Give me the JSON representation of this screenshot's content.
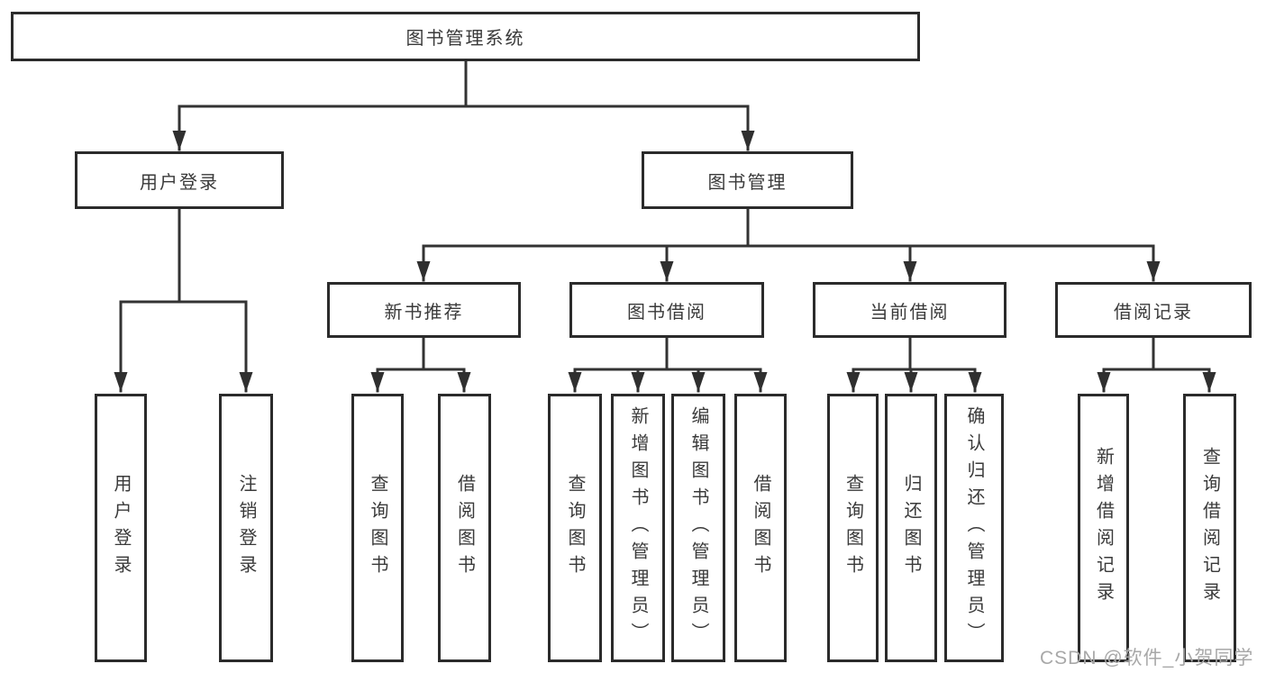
{
  "tree": {
    "root": "图书管理系统",
    "level2": [
      "用户登录",
      "图书管理"
    ],
    "level3": [
      "新书推荐",
      "图书借阅",
      "当前借阅",
      "借阅记录"
    ],
    "leaves": {
      "user_login": [
        "用户登录",
        "注销登录"
      ],
      "new_book_rec": [
        "查询图书",
        "借阅图书"
      ],
      "book_borrow": [
        "查询图书",
        "新增图书（管理员）",
        "编辑图书（管理员）",
        "借阅图书"
      ],
      "current_borrow": [
        "查询图书",
        "归还图书",
        "确认归还（管理员）"
      ],
      "borrow_records": [
        "新增借阅记录",
        "查询借阅记录"
      ]
    }
  },
  "watermark": "CSDN @软件_小贺同学",
  "colors": {
    "line": "#333333",
    "box_border": "#2b2b2b",
    "text": "#3a3a3a",
    "watermark": "#a8a8a8",
    "background": "#ffffff"
  }
}
